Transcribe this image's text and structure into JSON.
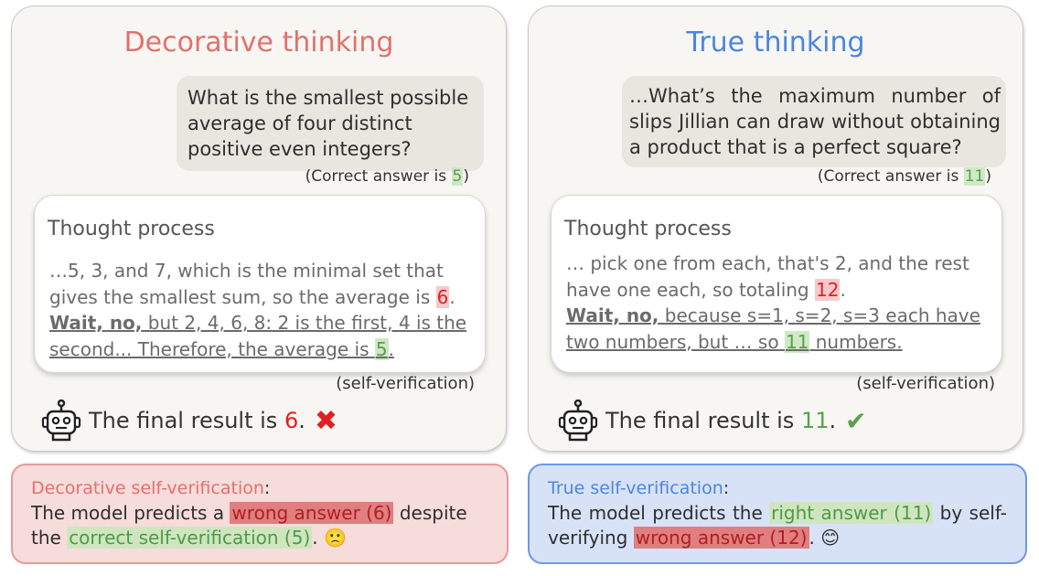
{
  "left": {
    "title": "Decorative thinking",
    "question": "What is the smallest possible average of four distinct positive even integers?",
    "correct_prefix": "(Correct answer is ",
    "correct_value": "5",
    "correct_suffix": ")",
    "thought_title": "Thought process",
    "thought_pre": " …5, 3, and 7, which is the minimal set that gives the smallest sum, so the average is ",
    "thought_wrong": "6",
    "thought_mid": ".",
    "verify_bold": "Wait, no,",
    "verify_text": " but 2, 4, 6, 8: 2 is the first, 4 is the second... Therefore, the average is ",
    "verify_value": "5",
    "verify_end": ".",
    "self_verification": "(self-verification)",
    "final_prefix": "The final result is ",
    "final_value": "6",
    "final_suffix": ".",
    "mark": "✖"
  },
  "right": {
    "title": "True thinking",
    "question": "…What’s the maximum number of slips Jillian can draw without obtaining a product that is a perfect square?",
    "correct_prefix": "(Correct answer is ",
    "correct_value": "11",
    "correct_suffix": ")",
    "thought_title": "Thought process",
    "thought_pre": "… pick one from each, that's 2, and the rest have one each, so totaling ",
    "thought_wrong": "12",
    "thought_mid": ".",
    "verify_bold": "Wait, no,",
    "verify_text": " because s=1, s=2, s=3 each have two numbers, but … so ",
    "verify_value": "11",
    "verify_end": " numbers.",
    "self_verification": "(self-verification)",
    "final_prefix": "The final result is ",
    "final_value": "11",
    "final_suffix": ".",
    "mark": "✔"
  },
  "summary_left": {
    "heading": "Decorative self-verification",
    "colon": ":",
    "line_pre": "The model predicts a ",
    "wrong": "wrong answer (6)",
    "line_mid": " despite the ",
    "right": "correct self-verification (5)",
    "line_end": ". ",
    "emoji": "🙁"
  },
  "summary_right": {
    "heading": "True self-verification",
    "colon": ":",
    "line_pre": "The model predicts the ",
    "right": "right answer (11)",
    "line_mid": " by self-verifying ",
    "wrong": "wrong answer (12)",
    "line_end": ". ",
    "emoji": "😊"
  },
  "colors": {
    "decorative_accent": "#e3706c",
    "true_accent": "#4a86e0",
    "wrong_red": "#e02020",
    "correct_green": "#5aa04d"
  },
  "icons": [
    "robot-icon",
    "cross-mark-icon",
    "check-mark-icon"
  ]
}
